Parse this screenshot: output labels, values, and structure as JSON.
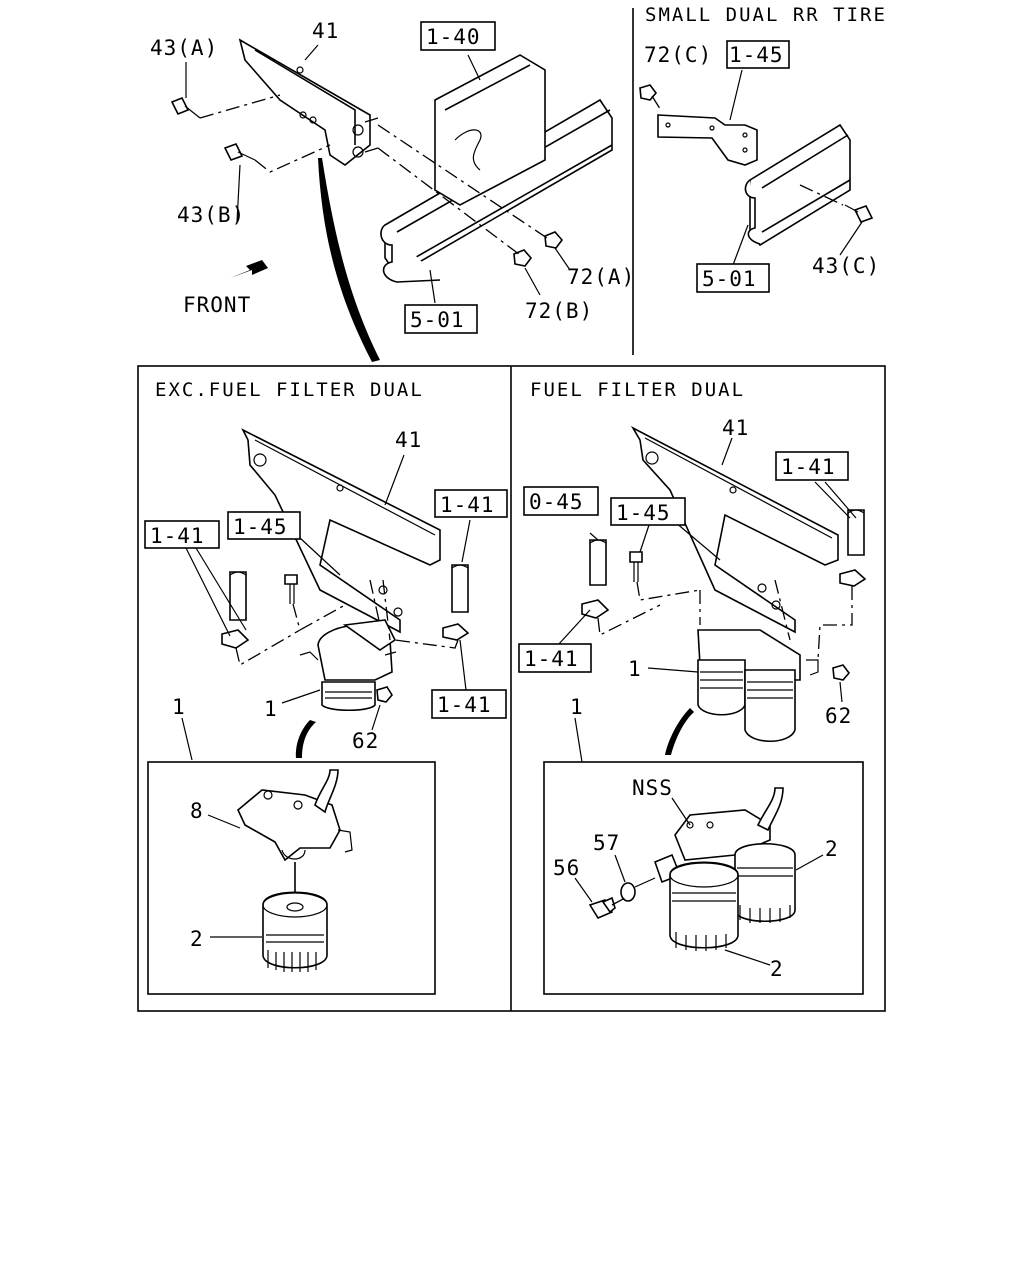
{
  "headers": {
    "small_dual": "SMALL DUAL RR TIRE",
    "exc_dual": "EXC.FUEL FILTER DUAL",
    "dual": "FUEL FILTER DUAL"
  },
  "direction": {
    "front": "FRONT"
  },
  "refs": {
    "r140": "1-40",
    "r145_top": "1-45",
    "r501_main": "5-01",
    "r501_small": "5-01",
    "r141_left_a": "1-41",
    "r145_left": "1-45",
    "r141_left_b": "1-41",
    "r141_left_c": "1-41",
    "r045": "0-45",
    "r145_right": "1-45",
    "r141_right_a": "1-41",
    "r141_right_b": "1-41"
  },
  "parts": {
    "p41_top": "41",
    "p43a": "43(A)",
    "p43b": "43(B)",
    "p72a": "72(A)",
    "p72b": "72(B)",
    "p72c": "72(C)",
    "p43c": "43(C)",
    "p41_left": "41",
    "p1_left": "1",
    "p62_left": "62",
    "p1_left_b": "1",
    "p8": "8",
    "p2_left": "2",
    "p41_right": "41",
    "p1_right": "1",
    "p62_right": "62",
    "p1_right_b": "1",
    "nss": "NSS",
    "p57": "57",
    "p56": "56",
    "p2_right_a": "2",
    "p2_right_b": "2"
  },
  "icons": {
    "front_arrow": "arrow-down-left-icon"
  }
}
